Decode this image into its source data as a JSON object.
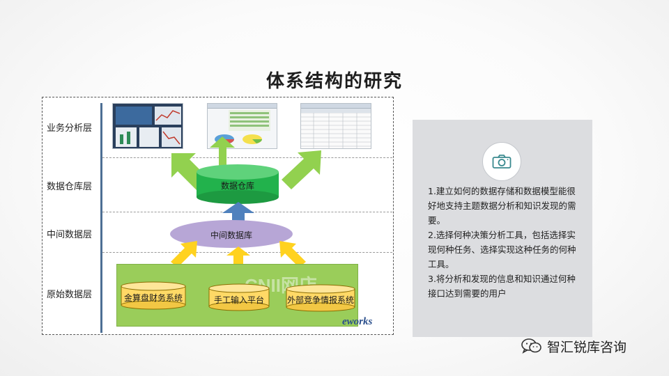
{
  "title": "体系结构的研究",
  "diagram": {
    "layers": [
      "业务分析层",
      "数据仓库层",
      "中间数据层",
      "原始数据层"
    ],
    "warehouse": "数据仓库",
    "middle_db": "中间数据库",
    "sources": [
      "金算盘财务系统",
      "手工输入平台",
      "外部竞争情报系统"
    ],
    "logo": "eworks",
    "bg_watermark": "CNII网店",
    "colors": {
      "arrow_green": "#92d14f",
      "arrow_yellow": "#ffd21f",
      "arrow_blue": "#4f81bd",
      "cylinder_green": "#22b24c",
      "ellipse_purple": "#b7a6d6",
      "cylinder_yellow": "#ffd966",
      "base_green": "#9acd5a"
    }
  },
  "panel": {
    "icon": "camera-icon",
    "items": [
      "1.建立如何的数据存储和数据模型能很好地支持主题数据分析和知识发现的需要。",
      "2.选择何种决策分析工具，包括选择实现何种任务、选择实现这种任务的何种工具。",
      "3.将分析和发现的信息和知识通过何种接口达到需要的用户"
    ]
  },
  "footer": {
    "icon": "wechat-icon",
    "brand": "智汇锐库咨询"
  }
}
